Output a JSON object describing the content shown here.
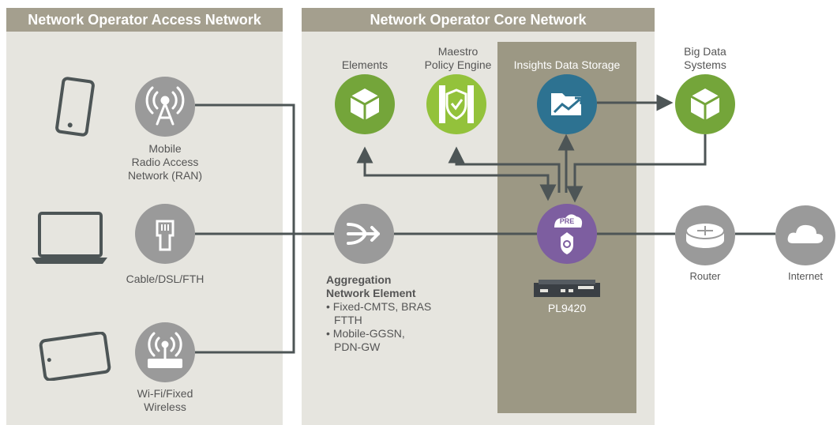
{
  "headers": {
    "access": "Network Operator Access Network",
    "core": "Network Operator Core Network"
  },
  "access_nodes": {
    "mobile": "Mobile\nRadio Access\nNetwork (RAN)",
    "cable": "Cable/DSL/FTH",
    "wifi": "Wi-Fi/Fixed\nWireless"
  },
  "core_nodes": {
    "elements": "Elements",
    "maestro": "Maestro\nPolicy Engine",
    "insights": "Insights Data Storage",
    "bigdata": "Big Data\nSystems",
    "pre_badge": "PRE",
    "device": "PL9420",
    "router": "Router",
    "internet": "Internet"
  },
  "aggregation": {
    "title_line1": "Aggregation",
    "title_line2": "Network Element",
    "bullet1_line1": "• Fixed-CMTS, BRAS",
    "bullet1_line2": "FTTH",
    "bullet2_line1": "• Mobile-GGSN,",
    "bullet2_line2": "PDN-GW"
  },
  "colors": {
    "panel_bg": "#e6e5df",
    "header_bg": "#a49f8e",
    "insights_bg": "#9c9884",
    "gray_node": "#9a9a9a",
    "green": "#74a53a",
    "lime": "#93c23b",
    "blue": "#2d7291",
    "purple": "#7d5ea0",
    "wire": "#4d5556"
  },
  "icons": [
    "phone-icon",
    "laptop-icon",
    "tablet-icon",
    "antenna-icon",
    "ethernet-icon",
    "wifi-router-icon",
    "cube-icon",
    "shield-icon",
    "folder-chart-icon",
    "aggregation-arrow-icon",
    "router-icon",
    "cloud-icon",
    "pre-device-icon",
    "rack-server-icon"
  ]
}
